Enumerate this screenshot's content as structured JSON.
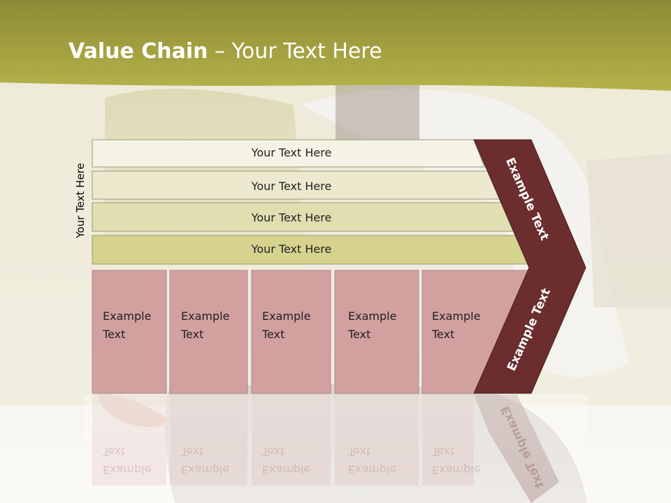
{
  "slide": {
    "title_bold": "Value Chain",
    "title_rest": " – Your Text Here",
    "side_label": "Your Text Here"
  },
  "rows": [
    {
      "label": "Your Text Here"
    },
    {
      "label": "Your Text Here"
    },
    {
      "label": "Your Text Here"
    },
    {
      "label": "Your Text Here"
    }
  ],
  "boxes": [
    {
      "line1": "Example",
      "line2": "Text"
    },
    {
      "line1": "Example",
      "line2": "Text"
    },
    {
      "line1": "Example",
      "line2": "Text"
    },
    {
      "line1": "Example",
      "line2": "Text"
    },
    {
      "line1": "Example",
      "line2": "Text"
    }
  ],
  "chevron": {
    "upper_label": "Example Text",
    "lower_label": "Example Text"
  },
  "colors": {
    "header_olive": "#a3a23a",
    "row1": "#f4f3e6",
    "row2": "#ece9cf",
    "row3": "#e1dfb2",
    "row4": "#d6d38f",
    "box_fill": "#d3a0a0",
    "chevron_fill": "#6b2d2d"
  }
}
